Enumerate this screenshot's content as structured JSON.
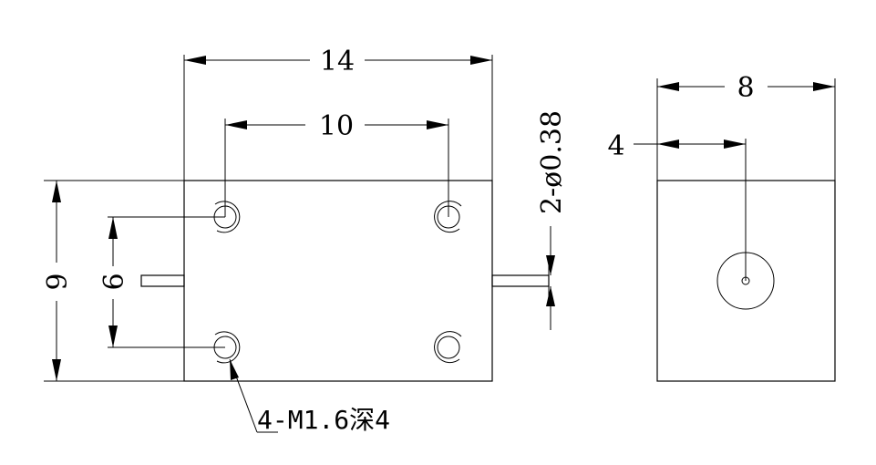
{
  "dimensions": {
    "front_width": "14",
    "hole_spacing_x": "10",
    "height": "9",
    "hole_spacing_y": "6",
    "pin_diameter": "2-ø0.38",
    "side_width": "8",
    "side_offset": "4"
  },
  "notes": {
    "thread_callout": "4-M1.6深4"
  }
}
